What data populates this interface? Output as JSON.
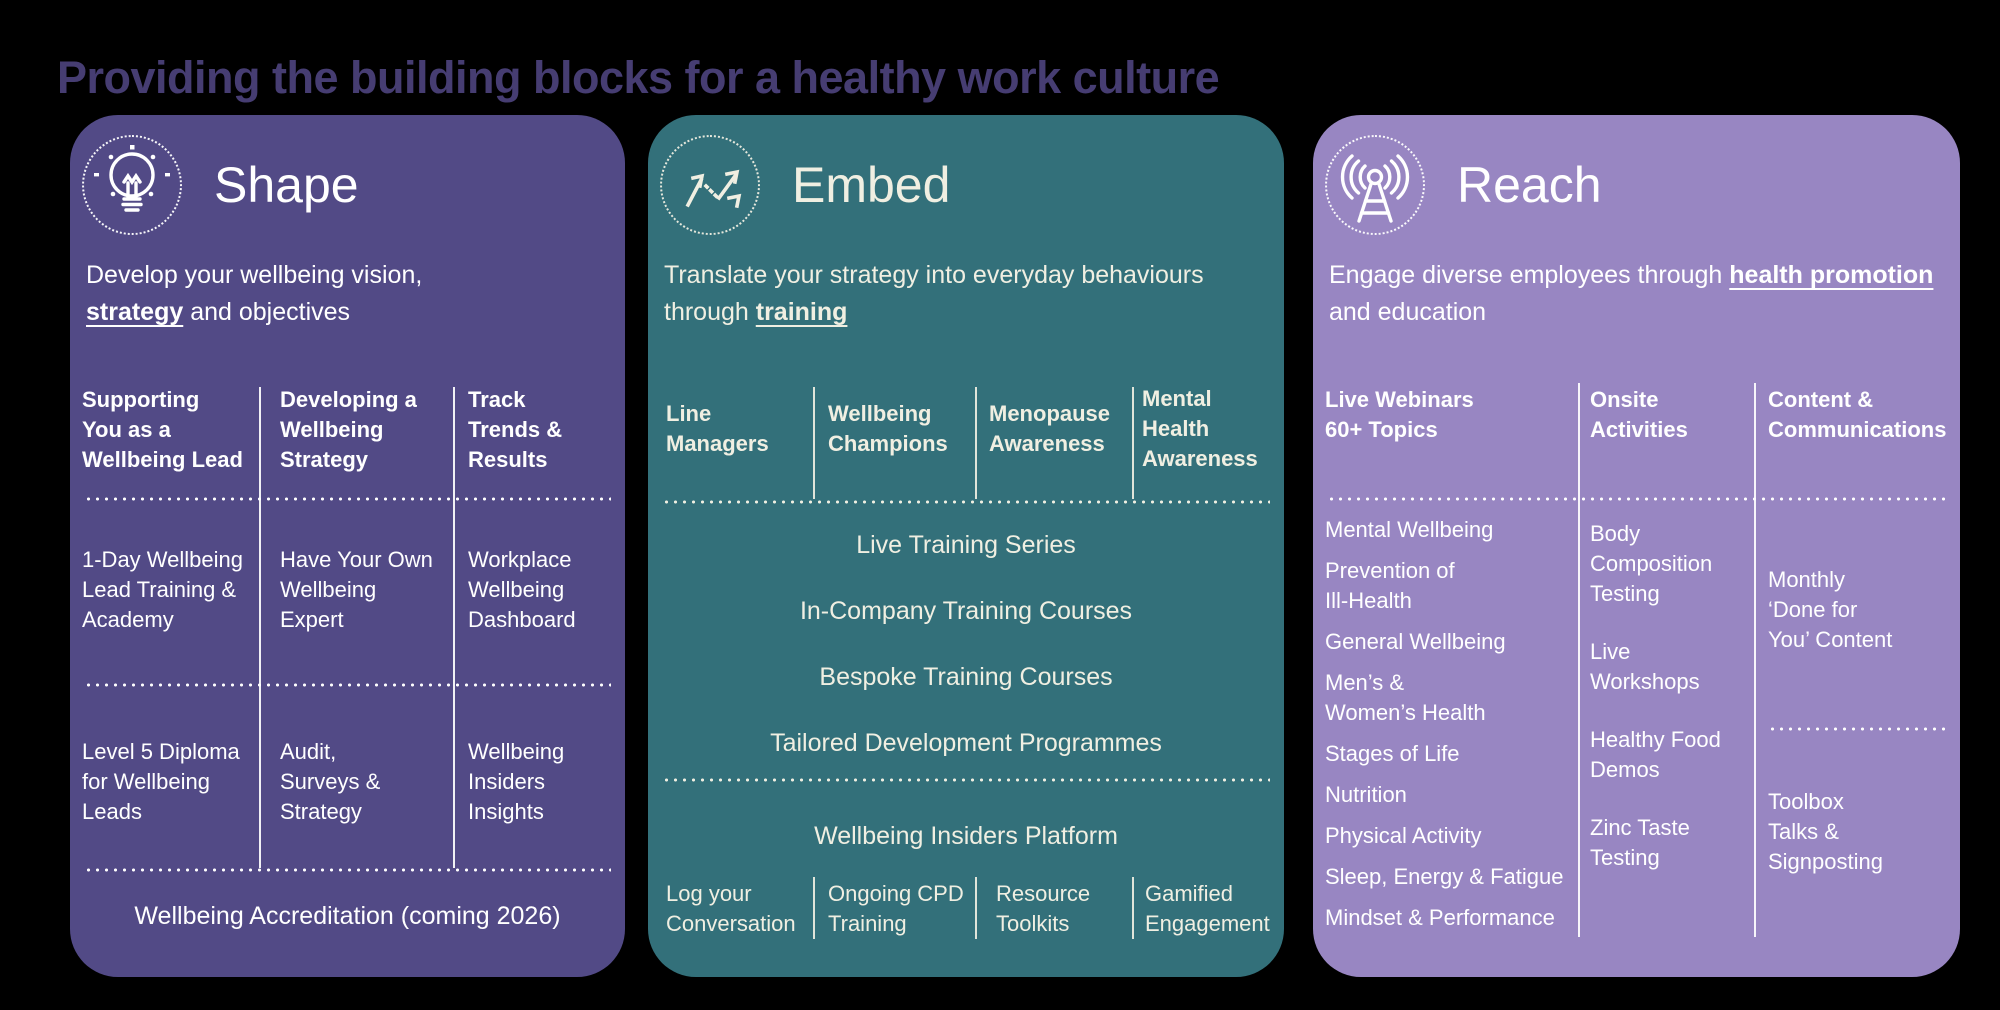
{
  "title": "Providing the building blocks for a healthy work culture",
  "colors": {
    "background": "#000000",
    "title_text": "#463d72",
    "shape_card": "#524a86",
    "embed_card": "#33707a",
    "reach_card": "#9886c2",
    "card_text": "#ffffff",
    "embed_text": "#f0efe2"
  },
  "icons": {
    "shape": "lightbulb-icon",
    "embed": "trend-arrows-icon",
    "reach": "broadcast-tower-icon"
  },
  "shape": {
    "heading": "Shape",
    "desc_pre": "Develop your wellbeing vision,\n",
    "desc_em": "strategy",
    "desc_post": " and objectives",
    "col_headers": [
      "Supporting\nYou as a\nWellbeing Lead",
      "Developing a\nWellbeing\nStrategy",
      "Track\nTrends &\nResults"
    ],
    "row1": [
      "1-Day Wellbeing\nLead Training &\nAcademy",
      "Have Your Own\nWellbeing\nExpert",
      "Workplace\nWellbeing\nDashboard"
    ],
    "row2": [
      "Level 5 Diploma\nfor Wellbeing\nLeads",
      "Audit,\nSurveys &\nStrategy",
      "Wellbeing\nInsiders\nInsights"
    ],
    "footer": "Wellbeing Accreditation (coming 2026)"
  },
  "embed": {
    "heading": "Embed",
    "desc_pre": "Translate your strategy into everyday behaviours\nthrough ",
    "desc_em": "training",
    "desc_post": "",
    "col_headers": [
      "Line\nManagers",
      "Wellbeing\nChampions",
      "Menopause\nAwareness",
      "Mental\nHealth\nAwareness"
    ],
    "programs": [
      "Live Training Series",
      "In-Company Training Courses",
      "Bespoke Training Courses",
      "Tailored Development Programmes"
    ],
    "platform": "Wellbeing Insiders Platform",
    "platform_features": [
      "Log your\nConversation",
      "Ongoing CPD\nTraining",
      "Resource\nToolkits",
      "Gamified\nEngagement"
    ]
  },
  "reach": {
    "heading": "Reach",
    "desc_pre": "Engage diverse employees through ",
    "desc_em": "health promotion",
    "desc_post": "\nand education",
    "col_headers": [
      "Live Webinars\n60+ Topics",
      "Onsite\nActivities",
      "Content &\nCommunications"
    ],
    "webinar_topics": [
      "Mental Wellbeing",
      "Prevention of\nIll-Health",
      "General Wellbeing",
      "Men’s &\nWomen’s Health",
      "Stages of Life",
      "Nutrition",
      "Physical Activity",
      "Sleep, Energy & Fatigue",
      "Mindset & Performance"
    ],
    "onsite_activities": [
      "Body\nComposition\nTesting",
      "Live\nWorkshops",
      "Healthy Food\nDemos",
      "Zinc Taste\nTesting"
    ],
    "content_top": "Monthly\n‘Done for\nYou’ Content",
    "content_bottom": "Toolbox\nTalks &\nSignposting"
  }
}
